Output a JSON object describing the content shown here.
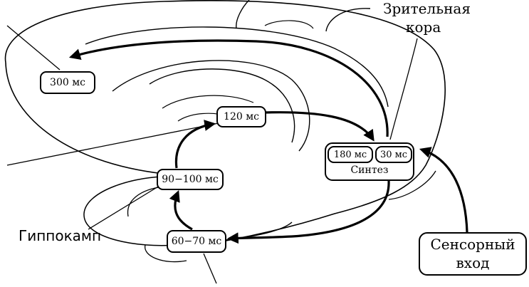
{
  "labels": {
    "visual_cortex_line1": "Зрительная",
    "visual_cortex_line2": "кора",
    "hippocampus": "Гиппокамп",
    "sensory_line1": "Сенсорный",
    "sensory_line2": "вход"
  },
  "timings": {
    "t300": "300 мс",
    "t120": "120 мс",
    "t90_100": "90−100 мс",
    "t60_70": "60−70 мс",
    "t180": "180 мс",
    "t30": "30 мс",
    "synthesis": "Синтез"
  },
  "colors": {
    "ink": "#000000",
    "background": "#ffffff"
  }
}
